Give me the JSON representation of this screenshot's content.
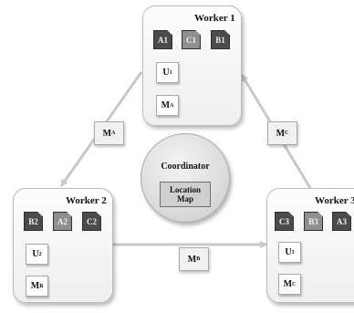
{
  "workers": [
    {
      "title": "Worker 1",
      "chunks": [
        {
          "label": "A1",
          "shade": "dark"
        },
        {
          "label": "C1",
          "shade": "mid"
        },
        {
          "label": "B1",
          "shade": "dark"
        }
      ],
      "local_label": {
        "base": "U",
        "sub": "1"
      },
      "message_label": {
        "base": "M",
        "sub": "A"
      }
    },
    {
      "title": "Worker 2",
      "chunks": [
        {
          "label": "B2",
          "shade": "dark"
        },
        {
          "label": "A2",
          "shade": "mid"
        },
        {
          "label": "C2",
          "shade": "dark"
        }
      ],
      "local_label": {
        "base": "U",
        "sub": "2"
      },
      "message_label": {
        "base": "M",
        "sub": "B"
      }
    },
    {
      "title": "Worker 3",
      "chunks": [
        {
          "label": "C3",
          "shade": "dark"
        },
        {
          "label": "B3",
          "shade": "mid"
        },
        {
          "label": "A3",
          "shade": "dark"
        }
      ],
      "local_label": {
        "base": "U",
        "sub": "3"
      },
      "message_label": {
        "base": "M",
        "sub": "C"
      }
    }
  ],
  "coordinator": {
    "title": "Coordinator",
    "map_label": "Location\nMap"
  },
  "messages": [
    {
      "base": "M",
      "sub": "A"
    },
    {
      "base": "M",
      "sub": "C"
    },
    {
      "base": "M",
      "sub": "B"
    }
  ],
  "colors": {
    "chunk_dark": "#4b4b4b",
    "chunk_mid": "#8f8f8f",
    "arrow": "#c8c8c8",
    "panel": "#f3f3f3"
  }
}
